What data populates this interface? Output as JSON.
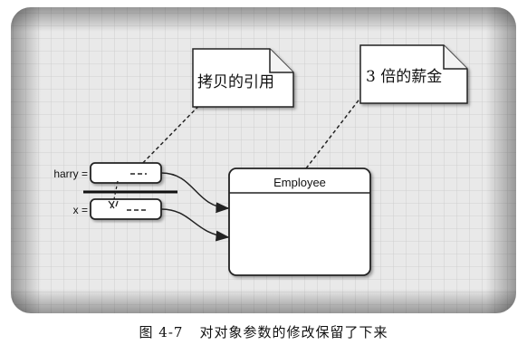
{
  "diagram": {
    "notes": [
      {
        "id": "copy",
        "text": "拷贝的引用"
      },
      {
        "id": "triple",
        "text": "3 倍的薪金"
      }
    ],
    "variables": [
      {
        "id": "harry",
        "label": "harry ="
      },
      {
        "id": "x",
        "label": "x ="
      }
    ],
    "object": {
      "title": "Employee"
    }
  },
  "caption": {
    "figure_number": "图 4-7",
    "text": "对对象参数的修改保留了下来"
  }
}
